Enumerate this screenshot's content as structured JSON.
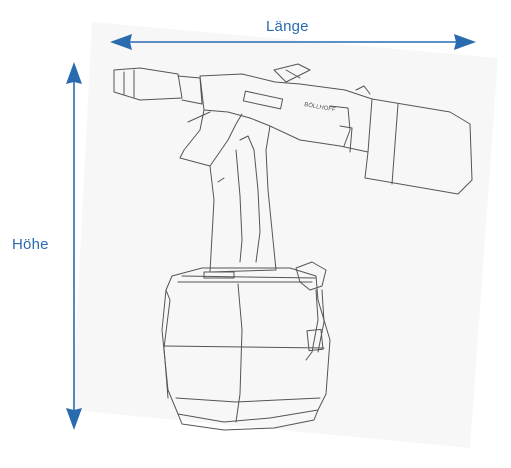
{
  "labels": {
    "length": "Länge",
    "height": "Höhe",
    "brand": "BÖLLHOFF"
  },
  "colors": {
    "accent": "#2a6bb0",
    "line": "#555555",
    "paper": "#f7f7f7",
    "background": "#ffffff"
  },
  "icons": {
    "length_arrow": "double-arrow-horizontal",
    "height_arrow": "double-arrow-vertical"
  }
}
